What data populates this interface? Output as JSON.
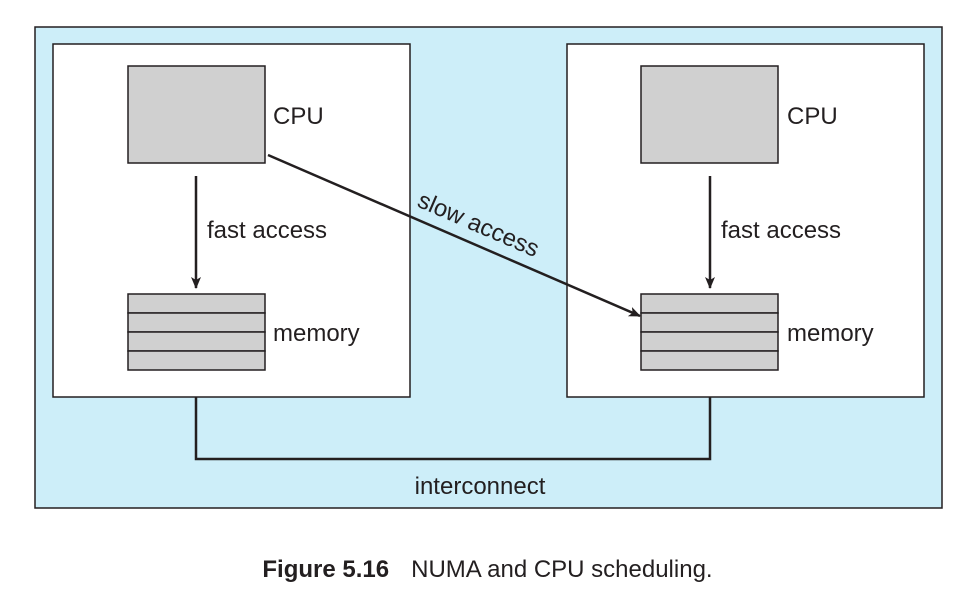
{
  "colors": {
    "background": "#cdeef9",
    "node": "#ffffff",
    "block": "#d0d0d0",
    "line": "#231f20"
  },
  "nodes": [
    {
      "cpu_label": "CPU",
      "memory_label": "memory",
      "access_label": "fast access"
    },
    {
      "cpu_label": "CPU",
      "memory_label": "memory",
      "access_label": "fast access"
    }
  ],
  "cross_access_label": "slow access",
  "interconnect_label": "interconnect",
  "caption": {
    "number": "Figure 5.16",
    "text": "NUMA and CPU scheduling."
  }
}
